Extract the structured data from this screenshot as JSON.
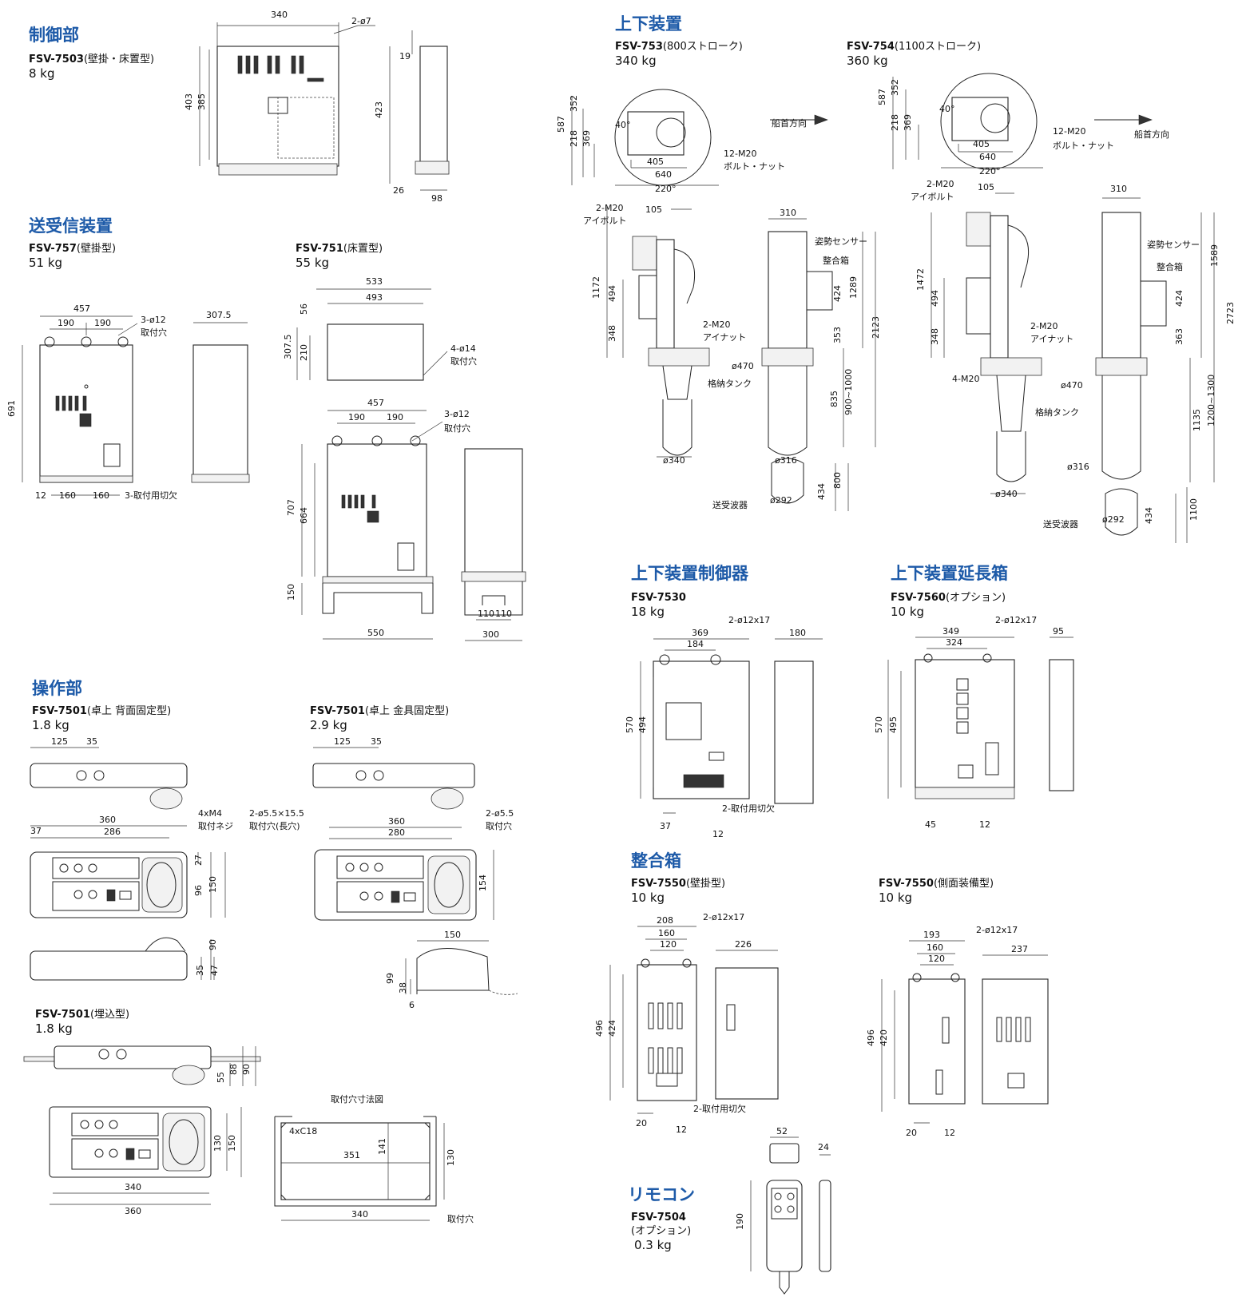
{
  "sections": {
    "control": {
      "heading": "制御部",
      "model": "FSV-7503",
      "variant": "(壁掛・床置型)",
      "weight": "8 kg",
      "dims": [
        "340",
        "2-ø7",
        "403",
        "385",
        "19",
        "423",
        "26",
        "98"
      ]
    },
    "transceiver": {
      "heading": "送受信装置",
      "wall": {
        "model": "FSV-757",
        "variant": "(壁掛型)",
        "weight": "51 kg",
        "dims": [
          "457",
          "190",
          "190",
          "3-ø12",
          "取付穴",
          "691",
          "12",
          "160",
          "160",
          "3-取付用切欠",
          "307.5"
        ]
      },
      "floor": {
        "model": "FSV-751",
        "variant": "(床置型)",
        "weight": "55 kg",
        "dims": [
          "533",
          "493",
          "56",
          "307.5",
          "210",
          "4-ø14",
          "取付穴",
          "457",
          "190",
          "190",
          "3-ø12",
          "取付穴",
          "707",
          "664",
          "150",
          "550",
          "110",
          "110",
          "300"
        ]
      }
    },
    "operation": {
      "heading": "操作部",
      "rear": {
        "model": "FSV-7501",
        "variant": "(卓上 背面固定型)",
        "weight": "1.8 kg",
        "dims": [
          "125",
          "35",
          "4xM4",
          "取付ネジ",
          "37",
          "360",
          "286",
          "27",
          "96",
          "150",
          "90",
          "35",
          "47"
        ]
      },
      "bracket": {
        "model": "FSV-7501",
        "variant": "(卓上 金具固定型)",
        "weight": "2.9 kg",
        "dims": [
          "125",
          "35",
          "2-ø5.5×15.5",
          "取付穴(長穴)",
          "2-ø5.5",
          "取付穴",
          "360",
          "280",
          "154",
          "150",
          "99",
          "38",
          "6"
        ]
      },
      "flush": {
        "model": "FSV-7501",
        "variant": "(埋込型)",
        "weight": "1.8 kg",
        "dims": [
          "55",
          "88",
          "90",
          "130",
          "150",
          "340",
          "360"
        ]
      },
      "cutout": {
        "title": "取付穴寸法図",
        "dims": [
          "4xC18",
          "141",
          "351",
          "130",
          "340",
          "取付穴"
        ]
      }
    },
    "hoist": {
      "heading": "上下装置",
      "a": {
        "model": "FSV-753",
        "variant": "(800ストローク)",
        "weight": "340 kg",
        "dims": [
          "352",
          "587",
          "218",
          "369",
          "40°",
          "405",
          "640",
          "220°",
          "12-M20",
          "ボルト・ナット",
          "船首方向",
          "2-M20",
          "アイボルト",
          "105",
          "310",
          "姿勢センサー",
          "整合箱",
          "1172",
          "494",
          "348",
          "2-M20",
          "アイナット",
          "1289",
          "424",
          "353",
          "2123",
          "ø470",
          "格納タンク",
          "835",
          "900~1000",
          "ø340",
          "ø316",
          "送受波器",
          "ø292",
          "434",
          "800"
        ]
      },
      "b": {
        "model": "FSV-754",
        "variant": "(1100ストローク)",
        "weight": "360 kg",
        "dims": [
          "587",
          "352",
          "218",
          "369",
          "40°",
          "405",
          "640",
          "220°",
          "12-M20",
          "ボルト・ナット",
          "船首方向",
          "2-M20",
          "アイボルト",
          "105",
          "310",
          "姿勢センサー",
          "整合箱",
          "1589",
          "1472",
          "494",
          "424",
          "348",
          "363",
          "2-M20",
          "アイナット",
          "4-M20",
          "ø470",
          "2723",
          "格納タンク",
          "1135",
          "1200~1300",
          "ø316",
          "ø340",
          "送受波器",
          "ø292",
          "434",
          "1100"
        ]
      }
    },
    "hoist_ctrl": {
      "heading": "上下装置制御器",
      "model": "FSV-7530",
      "weight": "18 kg",
      "dims": [
        "369",
        "184",
        "2-ø12x17",
        "180",
        "570",
        "494",
        "37",
        "2-取付用切欠",
        "12"
      ]
    },
    "ext_box": {
      "heading": "上下装置延長箱",
      "model": "FSV-7560",
      "variant": "(オプション)",
      "weight": "10 kg",
      "dims": [
        "349",
        "324",
        "2-ø12x17",
        "95",
        "570",
        "495",
        "45",
        "12"
      ]
    },
    "matching": {
      "heading": "整合箱",
      "wall": {
        "model": "FSV-7550",
        "variant": "(壁掛型)",
        "weight": "10 kg",
        "dims": [
          "208",
          "160",
          "120",
          "2-ø12x17",
          "226",
          "496",
          "424",
          "20",
          "2-取付用切欠",
          "12"
        ]
      },
      "side": {
        "model": "FSV-7550",
        "variant": "(側面装備型)",
        "weight": "10 kg",
        "dims": [
          "193",
          "160",
          "120",
          "2-ø12x17",
          "237",
          "496",
          "420",
          "20",
          "12"
        ]
      }
    },
    "remote": {
      "heading": "リモコン",
      "model": "FSV-7504",
      "variant": "(オプション)",
      "weight": "0.3 kg",
      "dims": [
        "52",
        "24",
        "190"
      ]
    }
  }
}
